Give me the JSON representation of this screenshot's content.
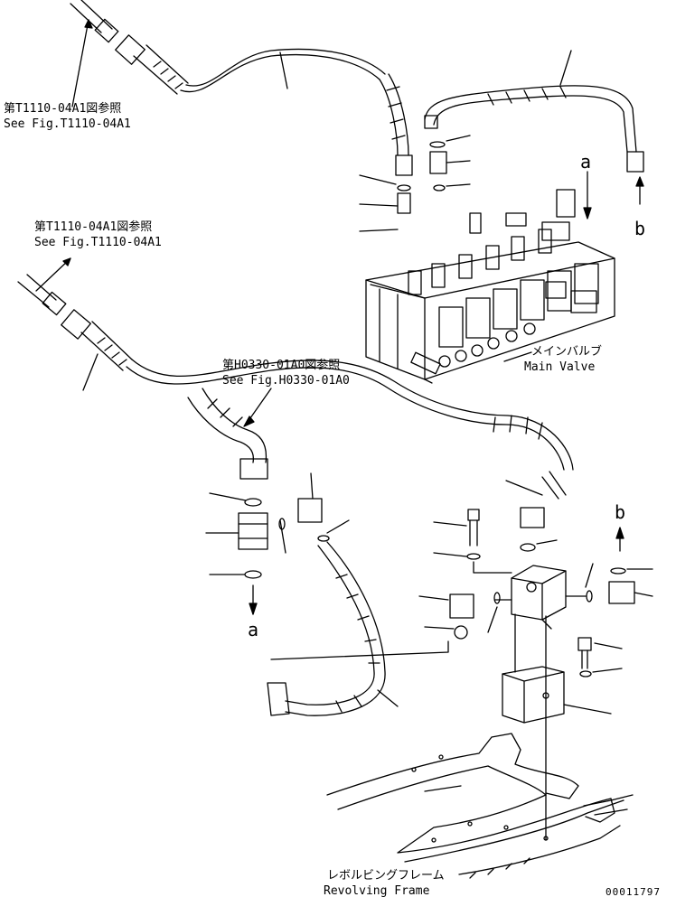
{
  "references": [
    {
      "jp": "第T1110-04A1図参照",
      "en": "See Fig.T1110-04A1"
    },
    {
      "jp": "第T1110-04A1図参照",
      "en": "See Fig.T1110-04A1"
    },
    {
      "jp": "第H0330-01A0図参照",
      "en": "See Fig.H0330-01A0"
    }
  ],
  "main_valve": {
    "jp": "メインバルブ",
    "en": "Main Valve"
  },
  "revolving_frame": {
    "jp": "レボルビングフレーム",
    "en": "Revolving Frame"
  },
  "connection_marks": {
    "a_top": "a",
    "b_top": "b",
    "b_right": "b",
    "a_bottom": "a"
  },
  "drawing_number": "00011797"
}
